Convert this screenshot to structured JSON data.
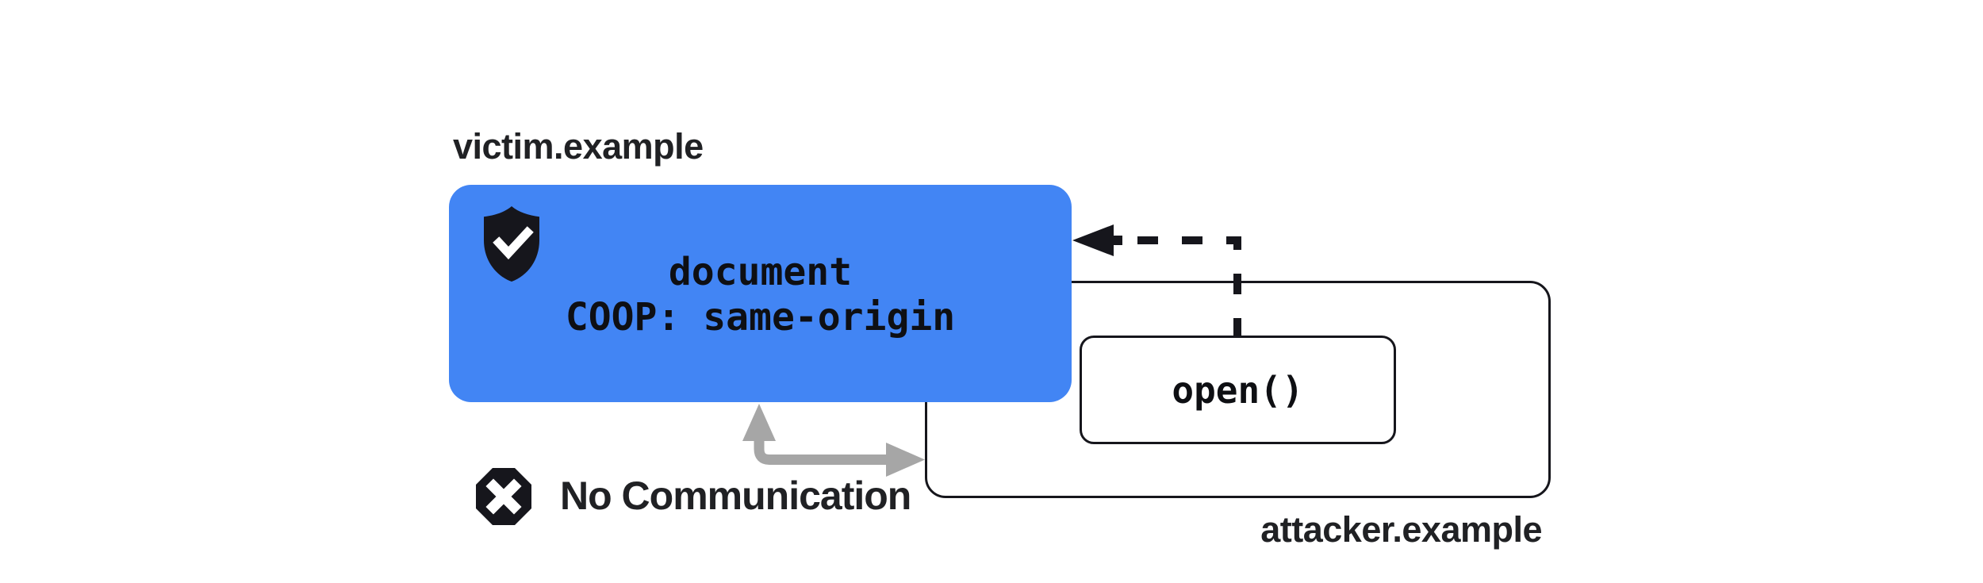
{
  "diagram": {
    "victim": {
      "domain_label": "victim.example",
      "document_label": "document",
      "coop_header": "COOP: same-origin",
      "icon": "shield-check-icon",
      "box_color": "#4285F4"
    },
    "attacker": {
      "domain_label": "attacker.example",
      "open_call": "open()",
      "border_color": "#16161c"
    },
    "blocked_channel": {
      "label": "No Communication",
      "icon": "x-octagon-icon",
      "arrow_color": "#a6a6a6"
    },
    "opener_arrow": {
      "style": "dashed",
      "direction": "open() to victim document",
      "color": "#16161c"
    }
  }
}
